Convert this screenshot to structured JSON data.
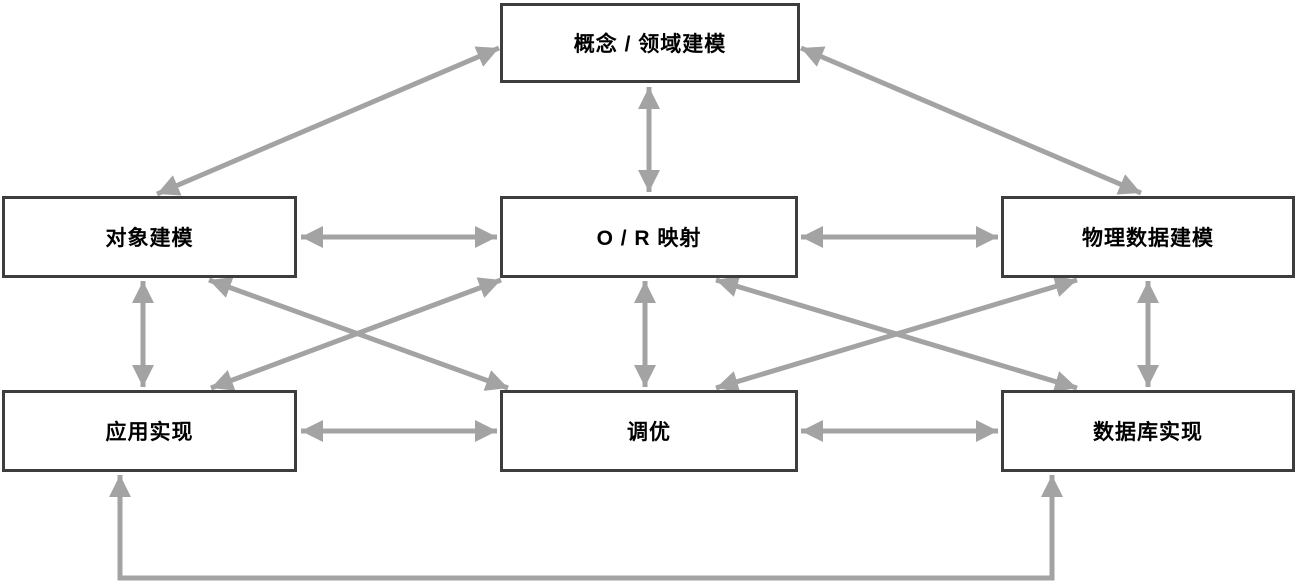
{
  "diagram": {
    "description": "database modeling workflow diagram",
    "colors": {
      "background": "#ffffff",
      "node_border": "#3d3d3d",
      "node_fill": "#ffffff",
      "arrow": "#a3a3a3",
      "text": "#000000"
    },
    "nodes": [
      {
        "id": "concept",
        "label": "概念 / 领域建模"
      },
      {
        "id": "object",
        "label": "对象建模"
      },
      {
        "id": "or",
        "label": "O / R 映射"
      },
      {
        "id": "physical",
        "label": "物理数据建模"
      },
      {
        "id": "app",
        "label": "应用实现"
      },
      {
        "id": "tuning",
        "label": "调优"
      },
      {
        "id": "db",
        "label": "数据库实现"
      }
    ],
    "edges": [
      {
        "from": "concept",
        "to": "object",
        "bidirectional": true,
        "route": "diagonal"
      },
      {
        "from": "concept",
        "to": "or",
        "bidirectional": true,
        "route": "vertical"
      },
      {
        "from": "concept",
        "to": "physical",
        "bidirectional": true,
        "route": "diagonal"
      },
      {
        "from": "object",
        "to": "or",
        "bidirectional": true,
        "route": "horizontal"
      },
      {
        "from": "or",
        "to": "physical",
        "bidirectional": true,
        "route": "horizontal"
      },
      {
        "from": "object",
        "to": "app",
        "bidirectional": true,
        "route": "vertical"
      },
      {
        "from": "or",
        "to": "tuning",
        "bidirectional": true,
        "route": "vertical"
      },
      {
        "from": "physical",
        "to": "db",
        "bidirectional": true,
        "route": "vertical"
      },
      {
        "from": "object",
        "to": "tuning",
        "bidirectional": true,
        "route": "diagonal"
      },
      {
        "from": "or",
        "to": "app",
        "bidirectional": true,
        "route": "diagonal"
      },
      {
        "from": "or",
        "to": "db",
        "bidirectional": true,
        "route": "diagonal"
      },
      {
        "from": "physical",
        "to": "tuning",
        "bidirectional": true,
        "route": "diagonal"
      },
      {
        "from": "app",
        "to": "tuning",
        "bidirectional": true,
        "route": "horizontal"
      },
      {
        "from": "tuning",
        "to": "db",
        "bidirectional": true,
        "route": "horizontal"
      },
      {
        "from": "app",
        "to": "db",
        "bidirectional": true,
        "route": "bottom-loop"
      }
    ]
  }
}
